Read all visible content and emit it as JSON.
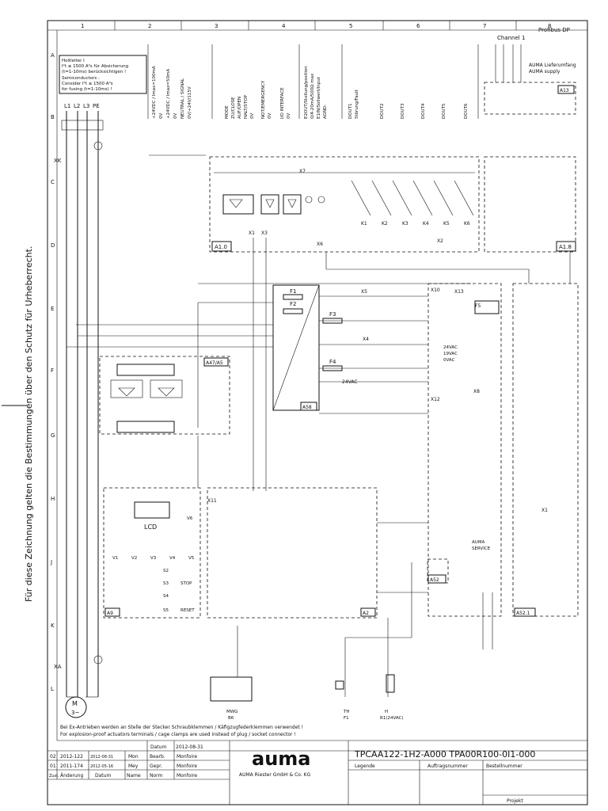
{
  "side_text": "Für diese Zeichnung gelten die Bestimmungen über den Schutz für Urheberrecht.",
  "columns": [
    "1",
    "2",
    "3",
    "4",
    "5",
    "6",
    "7",
    "8"
  ],
  "rows": [
    "A",
    "B",
    "C",
    "D",
    "E",
    "F",
    "G",
    "H",
    "J",
    "K",
    "L"
  ],
  "profibus": "Profibus DP",
  "channel": "Channel 1",
  "fuse_note": {
    "l1": "Hoitleiter I",
    "l2": "I²t ≤ 1500 A²s für Absicherung",
    "l3": "(t=1-10ms) berücksichtigen !",
    "l4": "Semiconductors :",
    "l5": "Consider I²t ≤ 1500 A²s",
    "l6": "for fusing (t=1-10ms) !"
  },
  "supply_label": {
    "l1": "AUMA Lieferumfang",
    "l2": "AUMA supply"
  },
  "power_labels": [
    "L1",
    "L2",
    "L3",
    "PE"
  ],
  "terminal_xk": "XK",
  "terminal_xa": "XA",
  "motor": {
    "label": "M",
    "sub": "3~"
  },
  "blocks": {
    "a10": "A1.0",
    "a18": "A1.8",
    "a13": "A13",
    "a58": "A58",
    "a4745": "A47/A5",
    "a9": "A9",
    "a2": "A2",
    "a52": "A52",
    "a521": "A52.1"
  },
  "vertical_labels": [
    "+24VDC / Imax=100mA",
    "0V",
    "+24VDC / Imax=50mA",
    "0V",
    "NEUTRAL / SIGNAL",
    "0V/+24V/115V",
    "MODE",
    "ZU/CLOSE",
    "AUF/OPEN",
    "HALT/STOP",
    "0V",
    "NOT/EMERGENCY",
    "0V",
    "I/O INTERFACE",
    "0V",
    "E2OUT/Stellung/position",
    "0/4-20mA/500Ω max",
    "E1IN/Sollwert/Input",
    "AGND-",
    "DOUT1",
    "Störung/Fault",
    "DOUT2",
    "DOUT3",
    "DOUT4",
    "DOUT5",
    "DOUT6"
  ],
  "relays": [
    "K1",
    "K2",
    "K3",
    "K4",
    "K5",
    "K6"
  ],
  "fuses": {
    "f1": "F1",
    "f2": "F2",
    "f3": "F3",
    "f4": "F4",
    "f5": "F5"
  },
  "voltages": [
    "24VAC",
    "19VAC",
    "0VAC"
  ],
  "v24": "24VAC",
  "x_labels": [
    "X1",
    "X2",
    "X3",
    "X4",
    "X5",
    "X6",
    "X7",
    "X8",
    "X10",
    "X11",
    "X12",
    "X13",
    "X1"
  ],
  "lcd": "LCD",
  "leds": [
    "V1",
    "V2",
    "V3",
    "V4",
    "V5",
    "V6"
  ],
  "switches": [
    "S2",
    "S3",
    "S4",
    "S5"
  ],
  "switch_labels": [
    "STOP",
    "RESET"
  ],
  "service": {
    "l1": "AUMA",
    "l2": "SERVICE"
  },
  "mwg": {
    "l1": "MWG",
    "l2": "B6"
  },
  "th": {
    "l1": "TH",
    "l2": "F1"
  },
  "heater": {
    "l1": "H",
    "l2": "R1(24VAC)"
  },
  "ex_note": {
    "l1": "Bei Ex-Antrieben werden an Stelle der Stecker Schraubklemmen / Käfigzugfederklemmen verwendet !",
    "l2": "For explosion-proof actuators terminals / cage clamps are used instead of plug / socket connector !"
  },
  "title_block": {
    "datum_label": "Datum",
    "datum_value": "2012-08-31",
    "rows": [
      {
        "rev": "02",
        "change": "2012-122",
        "date": "2012-08-31",
        "name": "Mon",
        "role": "Bearb.",
        "person": "Monfoire"
      },
      {
        "rev": "01",
        "change": "2011-174",
        "date": "2012-05-16",
        "name": "Mey",
        "role": "Gepr.",
        "person": "Monfoire"
      },
      {
        "rev": "Zust.",
        "change": "Änderung",
        "date": "Datum",
        "name": "Name",
        "role": "Norm",
        "person": "Monfoire"
      }
    ],
    "brand": "auma",
    "brand_sub": "AUMA Riester GmbH & Co. KG",
    "drawing_no": "TPCAA122-1H2-A000  TPA00R100-0I1-000",
    "legend": "Legende",
    "order": "Auftragsnummer",
    "order_no": "Bestellnummer",
    "project": "Projekt"
  }
}
